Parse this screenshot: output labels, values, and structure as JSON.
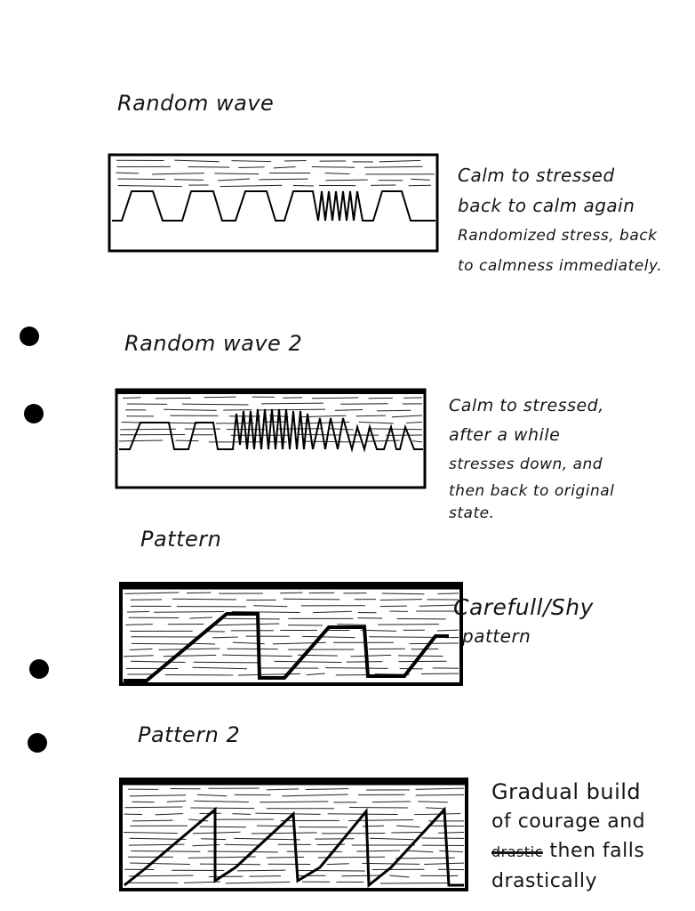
{
  "sections": [
    {
      "heading": "Random wave",
      "note_lines": [
        "Calm to stressed",
        "back to calm again",
        "Randomized stress, back",
        "to calmness immediately."
      ]
    },
    {
      "heading": "Random wave 2",
      "note_lines": [
        "Calm to stressed,",
        "after a while",
        "stresses down, and",
        "then back to original",
        "state."
      ]
    },
    {
      "heading": "Pattern",
      "note_lines": [
        "Carefull/Shy",
        "pattern"
      ]
    },
    {
      "heading": "Pattern 2",
      "note_lines": [
        "Gradual build",
        "of courage and",
        "then falls",
        "drastically"
      ],
      "struck_word": "drastic"
    }
  ]
}
